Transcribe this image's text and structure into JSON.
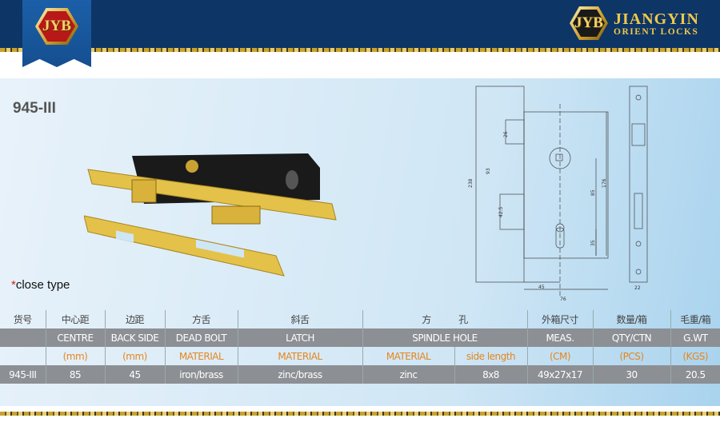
{
  "header": {
    "logo_text": "JYB",
    "brand_name": "JIANGYIN",
    "brand_sub": "ORIENT LOCKS"
  },
  "product": {
    "model": "945-III",
    "note_star": "*",
    "note": "close type"
  },
  "drawing": {
    "dims": [
      "238",
      "93",
      "26",
      "42.5",
      "85",
      "176",
      "35",
      "45",
      "76",
      "22"
    ]
  },
  "table": {
    "cn_headers": [
      "货号",
      "中心距",
      "边距",
      "方舌",
      "斜舌",
      "方　　　孔",
      "外箱尺寸",
      "数量/箱",
      "毛重/箱"
    ],
    "en_headers": [
      "",
      "CENTRE",
      "BACK SIDE",
      "DEAD BOLT",
      "LATCH",
      "SPINDLE HOLE",
      "MEAS.",
      "QTY/CTN",
      "G.WT"
    ],
    "units": [
      "",
      "(mm)",
      "(mm)",
      "MATERIAL",
      "MATERIAL",
      "MATERIAL",
      "side length",
      "(CM)",
      "(PCS)",
      "(KGS)"
    ],
    "row": [
      "945-III",
      "85",
      "45",
      "iron/brass",
      "zinc/brass",
      "zinc",
      "8x8",
      "49x27x17",
      "30",
      "20.5"
    ]
  }
}
